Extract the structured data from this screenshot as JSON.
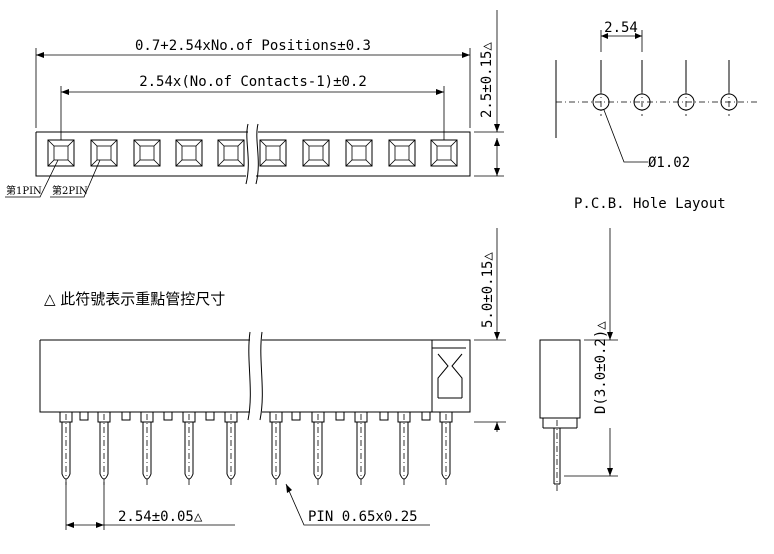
{
  "labels": {
    "overall_length": "0.7+2.54xNo.of Positions±0.3",
    "contact_span": "2.54x(No.of Contacts-1)±0.2",
    "top_height": "2.5±0.15△",
    "pitch_top": "2.54",
    "hole_diameter": "Ø1.02",
    "pcb_title": "P.C.B. Hole Layout",
    "pin1": "第1PIN",
    "pin2": "第2PIN",
    "note": "△ 此符號表示重點管控尺寸",
    "body_height": "5.0±0.15△",
    "side_dim": "D(3.0±0.2)△",
    "pitch_bottom": "2.54±0.05△",
    "pin_size": "PIN 0.65x0.25"
  }
}
